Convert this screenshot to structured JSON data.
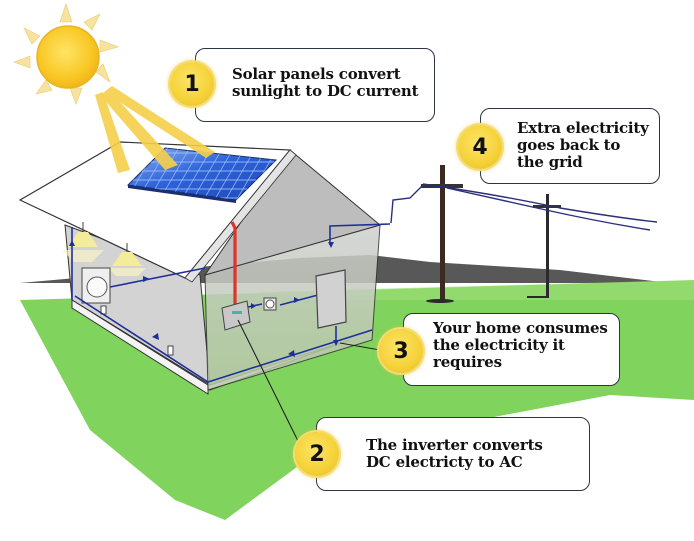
{
  "title": "How a grid-tied solar power system works",
  "steps": [
    {
      "number": "1",
      "text": "Solar panels convert\nsunlight to DC current"
    },
    {
      "number": "2",
      "text": "The inverter converts\nDC electricty to AC"
    },
    {
      "number": "3",
      "text": "Your home consumes\nthe electricity it\nrequires"
    },
    {
      "number": "4",
      "text": "Extra electricity\ngoes back to\nthe grid"
    }
  ],
  "colors": {
    "sun": "#f7c51e",
    "sun_ray": "#f6d96e",
    "panel": "#2a5fd6",
    "dc_wire": "#e0322a",
    "ac_wire": "#1f2f9a",
    "grass": "#7ed35a",
    "mountain": "#555555",
    "badge": "#f6d33a",
    "callout_border": "#2b3545"
  }
}
